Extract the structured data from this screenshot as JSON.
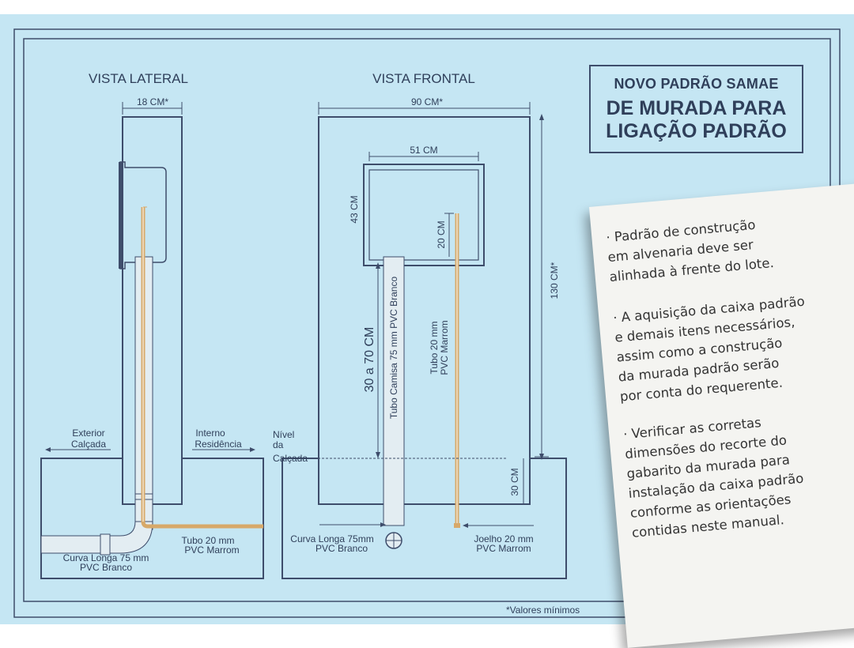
{
  "header": {
    "tag": "NOVO PADRÃO SAMAE",
    "line1": "DE MURADA PARA",
    "line2": "LIGAÇÃO PADRÃO"
  },
  "lateral": {
    "title": "VISTA LATERAL",
    "width_label": "18 CM*",
    "exterior_1": "Exterior",
    "exterior_2": "Calçada",
    "interno_1": "Interno",
    "interno_2": "Residência",
    "curva_1": "Curva Longa 75 mm",
    "curva_2": "PVC Branco",
    "tubo_1": "Tubo 20 mm",
    "tubo_2": "PVC Marrom"
  },
  "frontal": {
    "title": "VISTA FRONTAL",
    "width_label": "90 CM*",
    "box_width_label": "51 CM",
    "box_height_label": "43 CM",
    "pipe_offset_label": "20 CM",
    "height_label": "130 CM*",
    "range_label": "30 a 70 CM",
    "camisa_label": "Tubo Camisa 75 mm PVC Branco",
    "tubo_label_1": "Tubo 20 mm",
    "tubo_label_2": "PVC Marrom",
    "nivel_1": "Nível",
    "nivel_2": "da",
    "nivel_3": "Calçada",
    "depth_label": "30 CM",
    "curva_1": "Curva Longa 75mm",
    "curva_2": "PVC Branco",
    "joelho_1": "Joelho 20 mm",
    "joelho_2": "PVC Marrom"
  },
  "notes": [
    "· Padrão de construção\nem alvenaria deve ser\nalinhada à frente do lote.",
    "· A aquisição da caixa padrão\ne demais itens necessários,\nassim como a construção\nda murada padrão serão\npor conta do requerente.",
    "· Verificar as corretas\ndimensões do recorte do\ngabarito da murada para\ninstalação da caixa padrão\nconforme as orientações\ncontidas neste manual."
  ],
  "footnote": "*Valores mínimos",
  "colors": {
    "background": "#c5e6f3",
    "line": "#3e4d6b",
    "pipe_brown": "#d7a96a",
    "pipe_white": "#e3edf2"
  }
}
